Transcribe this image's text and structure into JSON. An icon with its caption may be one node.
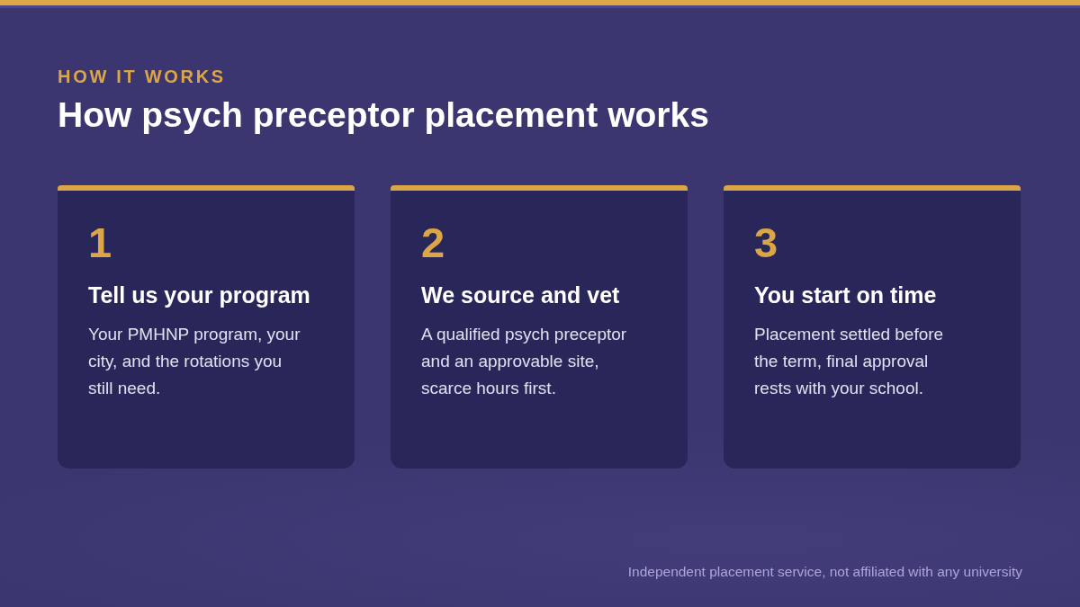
{
  "diagram": {
    "title": "How psych preceptor placement works",
    "nodes": [
      {
        "text": [
          "1",
          "Tell us your program",
          "Your PMHNP program, your city, and the rotations you still need."
        ]
      },
      {
        "text": [
          "2",
          "We source and vet",
          "A qualified psych preceptor and an approvable site, scarce hours first."
        ]
      },
      {
        "text": [
          "3",
          "You start on time",
          "Placement settled before the term, final approval rests with your school."
        ]
      }
    ],
    "labels": [
      "HOW IT WORKS",
      "Independent placement service, not affiliated with any university"
    ]
  }
}
